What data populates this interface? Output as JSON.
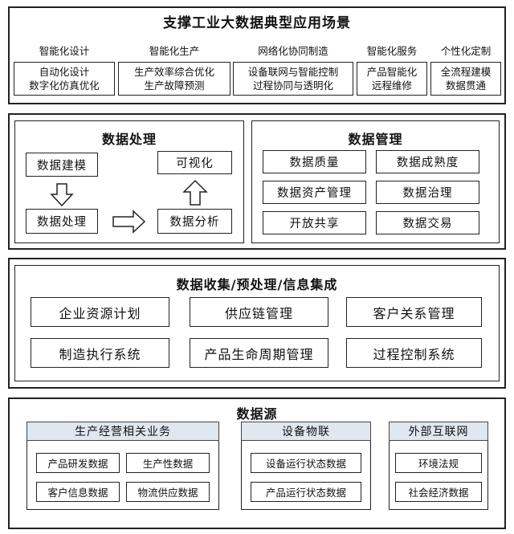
{
  "apps": {
    "title": "支撑工业大数据典型应用场景",
    "columns": [
      {
        "label": "智能化设计",
        "items": [
          "自动化设计",
          "数字化仿真优化"
        ]
      },
      {
        "label": "智能化生产",
        "items": [
          "生产效率综合优化",
          "生产故障预测"
        ]
      },
      {
        "label": "网络化协同制造",
        "items": [
          "设备联网与智能控制",
          "过程协同与透明化"
        ]
      },
      {
        "label": "智能化服务",
        "items": [
          "产品智能化",
          "远程维修"
        ]
      },
      {
        "label": "个性化定制",
        "items": [
          "全流程建模",
          "数据贯通"
        ]
      }
    ]
  },
  "processing": {
    "title": "数据处理",
    "modeling": "数据建模",
    "visualization": "可视化",
    "process": "数据处理",
    "analysis": "数据分析"
  },
  "management": {
    "title": "数据管理",
    "items": [
      "数据质量",
      "数据成熟度",
      "数据资产管理",
      "数据治理",
      "开放共享",
      "数据交易"
    ]
  },
  "integration": {
    "title": "数据收集/预处理/信息集成",
    "items": [
      "企业资源计划",
      "供应链管理",
      "客户关系管理",
      "制造执行系统",
      "产品生命周期管理",
      "过程控制系统"
    ]
  },
  "sources": {
    "title": "数据源",
    "groups": [
      {
        "header": "生产经营相关业务",
        "items": [
          "产品研发数据",
          "生产性数据",
          "客户信息数据",
          "物流供应数据"
        ]
      },
      {
        "header": "设备物联",
        "items": [
          "设备运行状态数据",
          "产品运行状态数据"
        ]
      },
      {
        "header": "外部互联网",
        "items": [
          "环境法规",
          "社会经济数据"
        ]
      }
    ]
  }
}
